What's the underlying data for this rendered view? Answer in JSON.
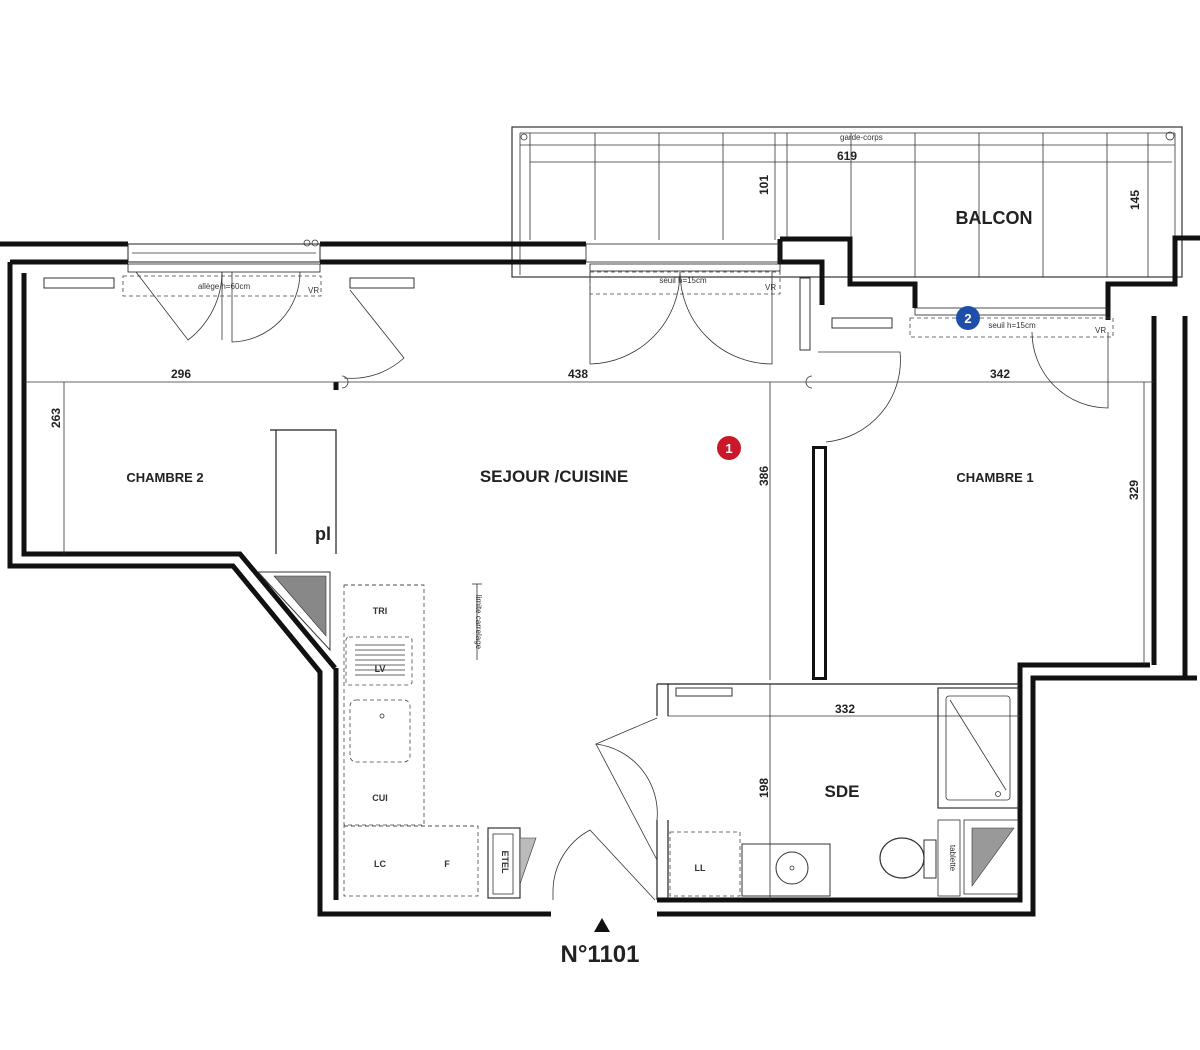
{
  "plan": {
    "apartment_number": "N°1101",
    "rooms": {
      "balcon": "BALCON",
      "sejour": "SEJOUR /CUISINE",
      "chambre1": "CHAMBRE 1",
      "chambre2": "CHAMBRE 2",
      "sde": "SDE",
      "placard": "pl"
    },
    "dimensions": {
      "balcon_width": "619",
      "balcon_depth_left": "101",
      "balcon_depth_right": "145",
      "chambre2_width": "296",
      "sejour_width": "438",
      "chambre1_width": "342",
      "chambre2_depth": "263",
      "sejour_depth": "386",
      "chambre1_depth": "329",
      "sde_width": "332",
      "sde_depth": "198"
    },
    "annotations": {
      "garde_corps": "garde-corps",
      "allege": "allège h=60cm",
      "seuil_1": "seuil h=15cm",
      "seuil_2": "seuil h=15cm",
      "vr_1": "VR",
      "vr_2": "VR",
      "vr_3": "VR",
      "limite_carrelage": "limite carrelage",
      "tablette": "tablette"
    },
    "fixtures": {
      "tri": "TRI",
      "lv": "LV",
      "cui": "CUI",
      "lc": "LC",
      "f": "F",
      "etel": "ETEL",
      "ll": "LL"
    },
    "markers": [
      {
        "label": "1",
        "color": "#c8182a"
      },
      {
        "label": "2",
        "color": "#1f4fa8"
      }
    ]
  }
}
